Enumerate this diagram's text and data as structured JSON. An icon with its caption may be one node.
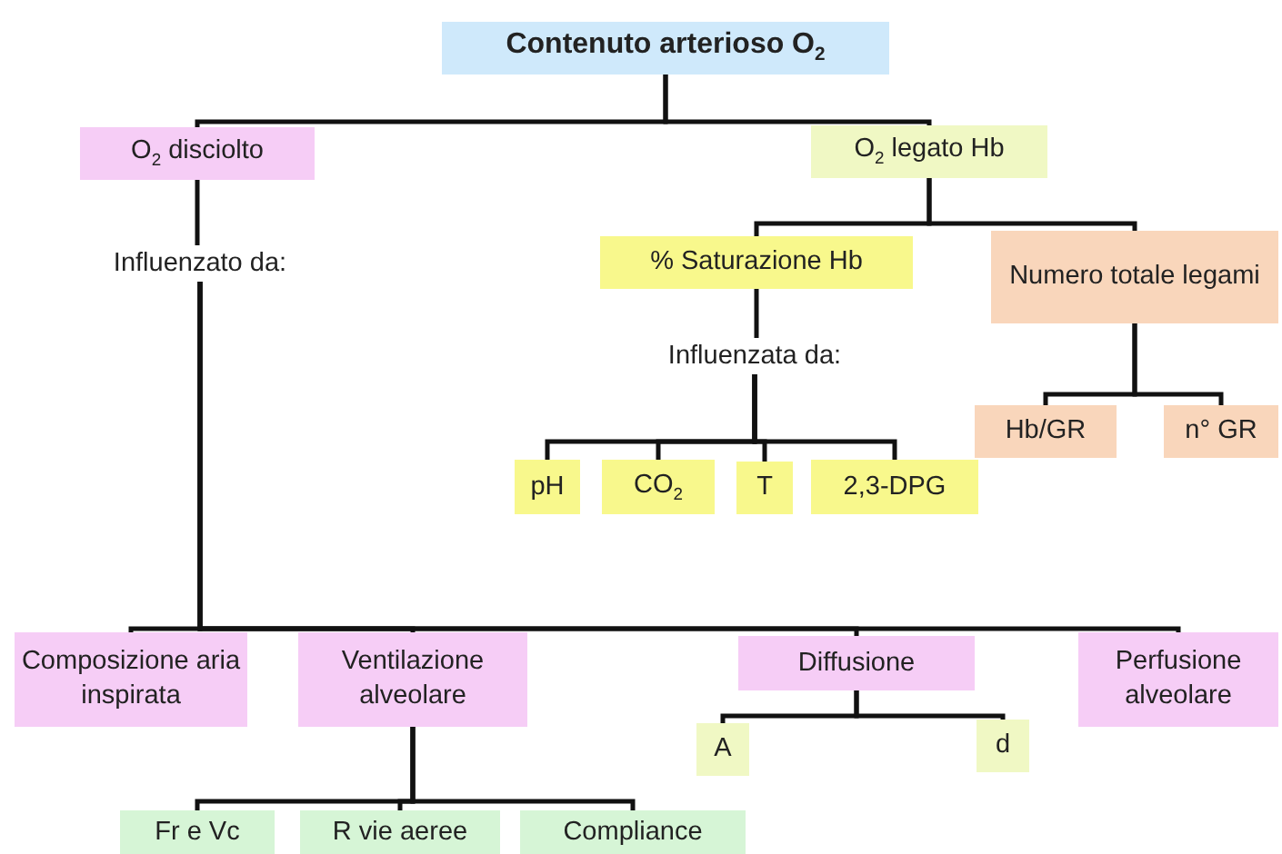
{
  "diagram": {
    "nodes": [
      {
        "text": [
          "Contenuto arterioso O$_{2}$"
        ]
      },
      {
        "text": [
          "O$_{2}$ disciolto"
        ]
      },
      {
        "text": [
          "O$_{2}$ legato Hb"
        ]
      },
      {
        "text": [
          "Influenzato da:"
        ]
      },
      {
        "text": [
          "% Saturazione Hb"
        ]
      },
      {
        "text": [
          "Numero totale legami"
        ]
      },
      {
        "text": [
          "Influenzata da:"
        ]
      },
      {
        "text": [
          "Hb/GR"
        ]
      },
      {
        "text": [
          "n° GR"
        ]
      },
      {
        "text": [
          "pH"
        ]
      },
      {
        "text": [
          "CO$_{2}$"
        ]
      },
      {
        "text": [
          "T"
        ]
      },
      {
        "text": [
          "2,3-DPG"
        ]
      },
      {
        "text": [
          "Composizione aria inspirata"
        ]
      },
      {
        "text": [
          "Ventilazione alveolare"
        ]
      },
      {
        "text": [
          "Diffusione"
        ]
      },
      {
        "text": [
          "Perfusione alveolare"
        ]
      },
      {
        "text": [
          "A"
        ]
      },
      {
        "text": [
          "d"
        ]
      },
      {
        "text": [
          "Fr e Vc"
        ]
      },
      {
        "text": [
          "R vie aeree"
        ]
      },
      {
        "text": [
          "Compliance"
        ]
      }
    ],
    "edges": [
      {
        "from": 0,
        "to": 1,
        "arrow": "none"
      },
      {
        "from": 0,
        "to": 2,
        "arrow": "none"
      },
      {
        "from": 1,
        "to": 3,
        "arrow": "none"
      },
      {
        "from": 2,
        "to": 4,
        "arrow": "none"
      },
      {
        "from": 2,
        "to": 5,
        "arrow": "none"
      },
      {
        "from": 4,
        "to": 6,
        "arrow": "none"
      },
      {
        "from": 5,
        "to": 7,
        "arrow": "none"
      },
      {
        "from": 5,
        "to": 8,
        "arrow": "none"
      },
      {
        "from": 6,
        "to": 9,
        "arrow": "none"
      },
      {
        "from": 6,
        "to": 10,
        "arrow": "none"
      },
      {
        "from": 6,
        "to": 11,
        "arrow": "none"
      },
      {
        "from": 6,
        "to": 12,
        "arrow": "none"
      },
      {
        "from": 3,
        "to": 13,
        "arrow": "none"
      },
      {
        "from": 3,
        "to": 14,
        "arrow": "none"
      },
      {
        "from": 3,
        "to": 15,
        "arrow": "none"
      },
      {
        "from": 3,
        "to": 16,
        "arrow": "none"
      },
      {
        "from": 15,
        "to": 17,
        "arrow": "none"
      },
      {
        "from": 15,
        "to": 18,
        "arrow": "none"
      },
      {
        "from": 14,
        "to": 19,
        "arrow": "none"
      },
      {
        "from": 14,
        "to": 20,
        "arrow": "none"
      },
      {
        "from": 14,
        "to": 21,
        "arrow": "none"
      }
    ]
  }
}
